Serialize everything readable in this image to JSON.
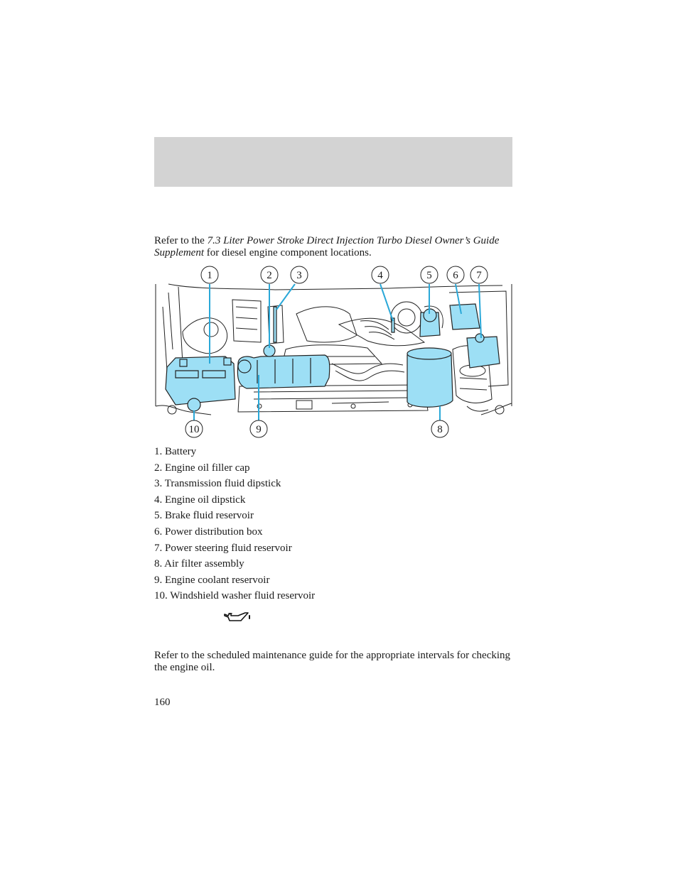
{
  "intro": {
    "prefix": "Refer to the ",
    "italic": "7.3 Liter Power Stroke Direct Injection Turbo Diesel Owner’s Guide Supplement",
    "suffix": " for diesel engine component locations."
  },
  "figure": {
    "callouts": [
      "1",
      "2",
      "3",
      "4",
      "5",
      "6",
      "7",
      "10",
      "9",
      "8"
    ],
    "highlight_color": "#9ddff5",
    "leader_color": "#2aa8d8"
  },
  "legend": [
    "1. Battery",
    "2. Engine oil filler cap",
    "3. Transmission fluid dipstick",
    "4. Engine oil dipstick",
    "5. Brake fluid reservoir",
    "6. Power distribution box",
    "7. Power steering fluid reservoir",
    "8. Air filter assembly",
    "9. Engine coolant reservoir",
    "10. Windshield washer fluid reservoir"
  ],
  "oil_icon": "oil-can-icon",
  "closing_text": "Refer to the scheduled maintenance guide for the appropriate intervals for checking the engine oil.",
  "page_number": "160"
}
